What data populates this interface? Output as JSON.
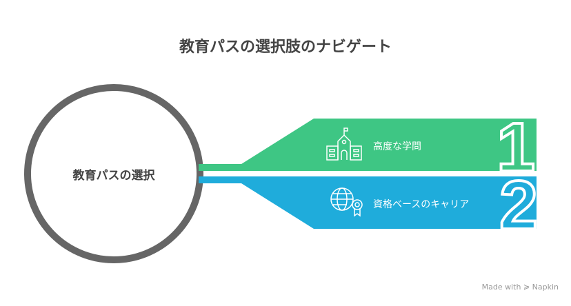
{
  "title": "教育パスの選択肢のナビゲート",
  "center_label": "教育パスの選択",
  "options": [
    {
      "number": "1",
      "label": "高度な学問",
      "icon": "school-icon",
      "color": "#3EC684"
    },
    {
      "number": "2",
      "label": "資格ベースのキャリア",
      "icon": "globe-certificate-icon",
      "color": "#1FACDB"
    }
  ],
  "brand": "Made with ≽ Napkin"
}
